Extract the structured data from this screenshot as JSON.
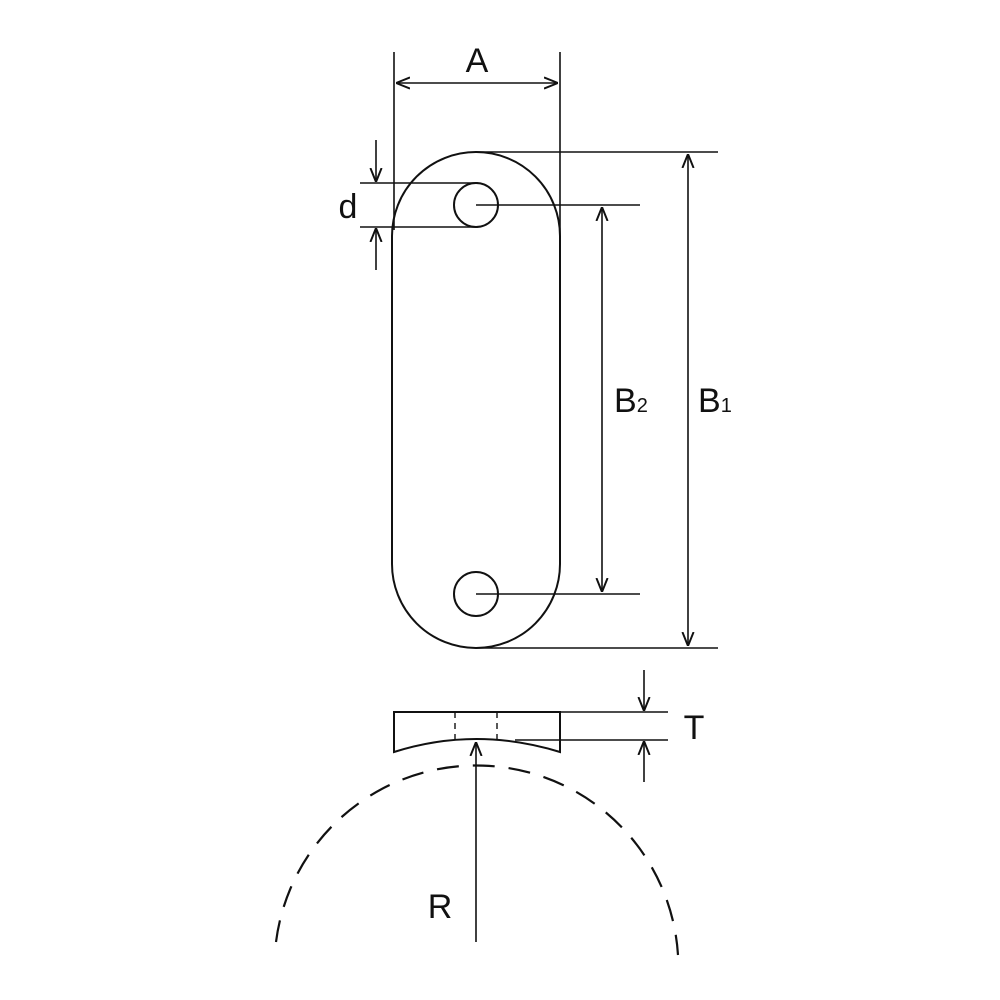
{
  "labels": {
    "A": "A",
    "d": "d",
    "B2_main": "B",
    "B2_sub": "2",
    "B1_main": "B",
    "B1_sub": "1",
    "T": "T",
    "R": "R"
  }
}
